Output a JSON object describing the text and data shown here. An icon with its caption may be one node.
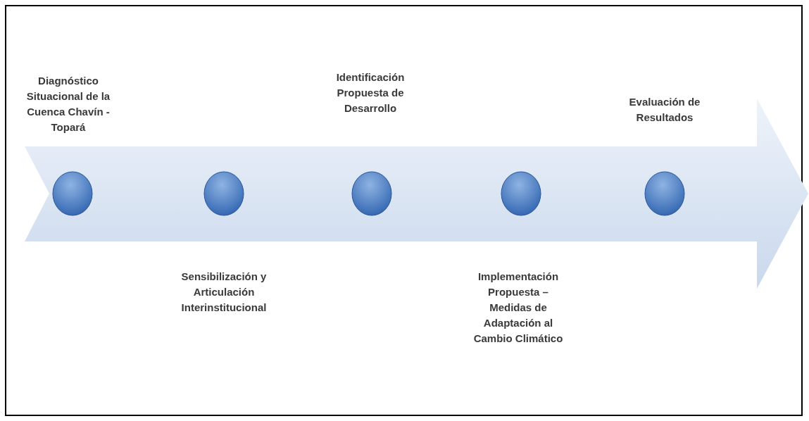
{
  "diagram": {
    "nodes": [
      {
        "text": [],
        "shape": "arrow"
      },
      {
        "text": [],
        "shape": "circle",
        "in": 0
      },
      {
        "text": [],
        "shape": "circle",
        "in": 0
      },
      {
        "text": [],
        "shape": "circle",
        "in": 0
      },
      {
        "text": [],
        "shape": "circle",
        "in": 0
      },
      {
        "text": [],
        "shape": "circle",
        "in": 0
      }
    ],
    "labels": [
      "Diagnóstico Situacional de la Cuenca Chavín - Topará",
      "Sensibilización y Articulación Interinstitucional",
      "Identificación Propuesta de Desarrollo",
      "Implementación Propuesta – Medidas de Adaptación al Cambio Climático",
      "Evaluación de Resultados"
    ]
  }
}
